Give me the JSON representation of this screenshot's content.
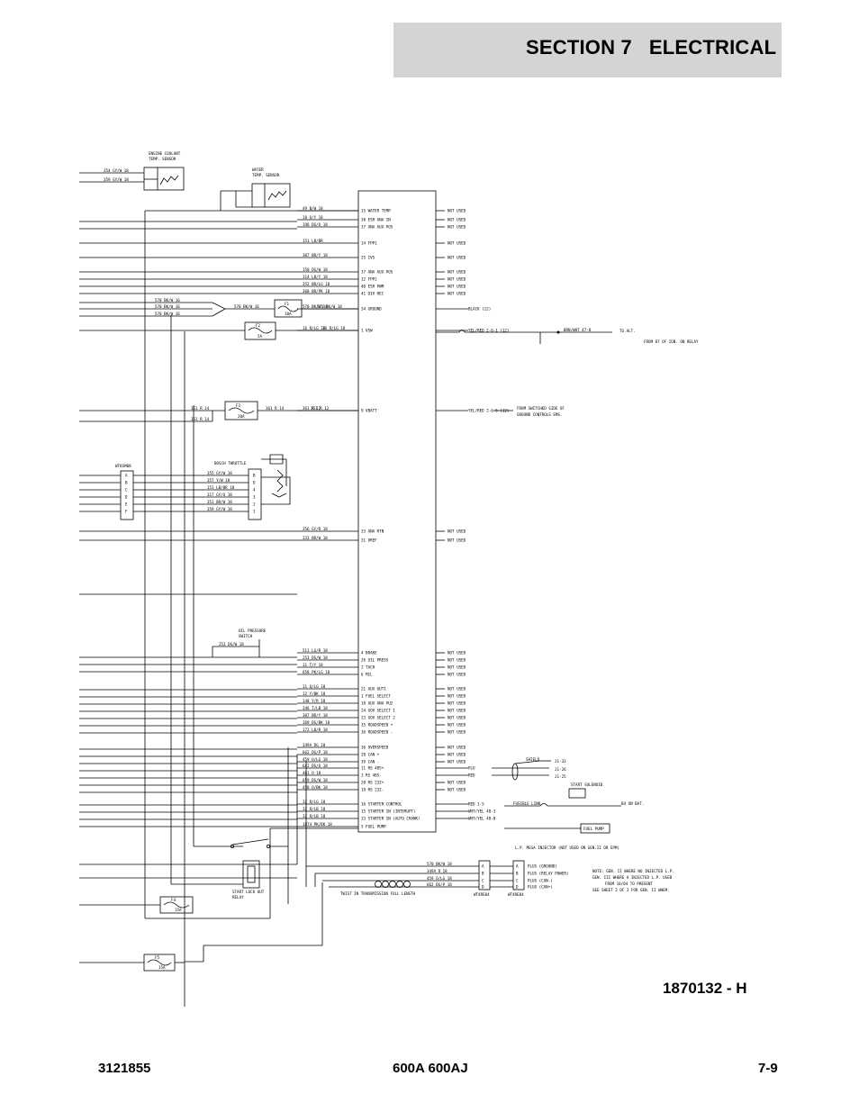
{
  "header": {
    "section": "SECTION 7",
    "title": "ELECTRICAL"
  },
  "drawing_number": "1870132 - H",
  "footer": {
    "left": "3121855",
    "center": "600A 600AJ",
    "right": "7-9"
  },
  "components": {
    "coolant_sensor": [
      "ENGINE COOLANT",
      "TEMP. SENSOR"
    ],
    "water_sensor": [
      "WATER",
      "TEMP. SENSOR"
    ],
    "bosch_throttle": "BOSCH THROTTLE",
    "connector_left": "WT8SM08",
    "oil_switch": [
      "OIL PRESSURE",
      "SWITCH"
    ],
    "start_lockout": [
      "START LOCK OUT",
      "RELAY"
    ],
    "start_solenoid": "START SOLENOID",
    "fuel_pump": "FUEL PUMP",
    "plug_a": "WT4RE04",
    "plug_b": "WT4RE04",
    "shield": "SHIELD"
  },
  "fuses": {
    "f1": [
      "F1",
      "10A"
    ],
    "f2": [
      "F2",
      "5A"
    ],
    "f3": [
      "F3",
      "20A"
    ],
    "f4": [
      "F4",
      "15A"
    ],
    "f5": [
      "F5",
      "15A"
    ]
  },
  "coolant_wires": [
    "354 GY/W 18",
    "359 GY/W 18"
  ],
  "ground_wires": [
    "570 BK/W 16",
    "570 BK/W 16",
    "570 BK/W 16"
  ],
  "throttle_wires": [
    "355 GY/W 18",
    "357 Y/W 18",
    "151 LB/BR 18",
    "317 GY/O 18",
    "351 BR/W 18",
    "359 GY/W 18"
  ],
  "throttle_pins": [
    "B",
    "D",
    "4",
    "3",
    "2",
    "1"
  ],
  "connector_pins": [
    "A",
    "B",
    "C",
    "D",
    "E",
    "F"
  ],
  "power_wires": [
    "361 R 14",
    "361 R 14",
    "361 R 12"
  ],
  "oil_wire": "253 DG/W 18",
  "misc_wires": [
    "570 BK/W 16",
    "16 R/LG 18",
    "570 BK/W 18"
  ],
  "ecm_rows": [
    {
      "wire": "49 B/W 18",
      "pin": "15 WATER TEMP",
      "out": "NOT USED"
    },
    {
      "wire": "18 O/Y 18",
      "pin": "38 ESR ANA IN",
      "out": "NOT USED"
    },
    {
      "wire": "198 DG/O 18",
      "pin": "37 ANA AUX POS",
      "out": "NOT USED"
    },
    {
      "wire": "151 LB/BR",
      "pin": "14 FPP1",
      "out": "NOT USED"
    },
    {
      "wire": "307 BR/Y 18",
      "pin": "25 IVS",
      "out": "NOT USED"
    },
    {
      "wire": "150 DG/W 18",
      "pin": "37 ANA AUX POS",
      "out": "NOT USED"
    },
    {
      "wire": "114 LB/Y 18",
      "pin": "12 FPP2",
      "out": "NOT USED"
    },
    {
      "wire": "352 BR/LG 18",
      "pin": "40 ESR PWM",
      "out": "NOT USED"
    },
    {
      "wire": "360 BR/PK 18",
      "pin": "41 DIV REC",
      "out": "NOT USED"
    },
    {
      "wire": "570 BK/W 18",
      "pin": "34 GROUND",
      "out": "BLACK (12)"
    },
    {
      "wire": "16 R/LG 18",
      "pin": "1 VSW",
      "out": "YEL/RED 2-6-1 (12)"
    },
    {
      "wire": "361 R 12",
      "pin": "9 VBATT",
      "out": "YEL/RED 2-6-5 (12)"
    },
    {
      "wire": "356 GY/R 18",
      "pin": "33 ANA RTN",
      "out": "NOT USED"
    },
    {
      "wire": "333 BR/W 18",
      "pin": "31 VREF",
      "out": "NOT USED"
    },
    {
      "wire": "511 LG/R 18",
      "pin": "4 BRAKE",
      "out": "NOT USED"
    },
    {
      "wire": "253 DG/W 18",
      "pin": "26 OIL PRESS",
      "out": "NOT USED"
    },
    {
      "wire": "11 T/Y 18",
      "pin": "2 TACH",
      "out": "NOT USED"
    },
    {
      "wire": "658 PK/LG 18",
      "pin": "6 MIL",
      "out": "NOT USED"
    },
    {
      "wire": "11 O/LG 18",
      "pin": "21 AUX OUT1",
      "out": "NOT USED"
    },
    {
      "wire": "12 Y/BK 18",
      "pin": "1 FUEL SELECT",
      "out": "NOT USED"
    },
    {
      "wire": "148 Y/R 18",
      "pin": "18 AUX ANA PU2",
      "out": "NOT USED"
    },
    {
      "wire": "346 T/LB 18",
      "pin": "24 GOV SELECT 1",
      "out": "NOT USED"
    },
    {
      "wire": "307 BR/Y 18",
      "pin": "23 GOV SELECT 2",
      "out": "NOT USED"
    },
    {
      "wire": "169 DG/BK 18",
      "pin": "35 ROADSPEED +",
      "out": "NOT USED"
    },
    {
      "wire": "172 LB/R 18",
      "pin": "36 ROADSPEED -",
      "out": "NOT USED"
    },
    {
      "wire": "349A DG 18",
      "pin": "36 OVERSPEED",
      "out": "NOT USED"
    },
    {
      "wire": "662 DG/P 18",
      "pin": "28 CAN +",
      "out": "NOT USED"
    },
    {
      "wire": "459 O/LG 18",
      "pin": "39 CAN -",
      "out": "NOT USED"
    },
    {
      "wire": "642 DG/O 18",
      "pin": "11 RS 485+",
      "out": "PLU"
    },
    {
      "wire": "461 O 18",
      "pin": "3 RS 485-",
      "out": "RED"
    },
    {
      "wire": "659 DG/W 18",
      "pin": "20 RS 232+",
      "out": "NOT USED"
    },
    {
      "wire": "458 O/BK 18",
      "pin": "19 RS 232-",
      "out": "NOT USED"
    },
    {
      "wire": "32 R/LG 18",
      "pin": "16 STARTER CONTROL",
      "out": "RED 1-5"
    },
    {
      "wire": "32 R/LB 18",
      "pin": "15 STARTER IN (INTERUPT)",
      "out": "WHT/YEL 48-3"
    },
    {
      "wire": "32 R/LB 18",
      "pin": "33 STARTER IN (AUTO CRANK)",
      "out": "WHT/YEL 48-8"
    },
    {
      "wire": "1874 PK/BK 18",
      "pin": "5 FUEL PUMP",
      "out": ""
    }
  ],
  "right_annotations": {
    "to_alt_wire": "BRN/WHT 47-8",
    "to_alt": "TO ALT.",
    "relay_note": "FROM 87 OF IGN. ON RELAY",
    "switched_note": [
      "FROM SWITCHED SIDE OF",
      "GROUND CONTROLS EMS."
    ],
    "j_pins": [
      "J1-33",
      "J1-26",
      "J1-25"
    ],
    "fusible_link": "FUSIBLE LINK",
    "to_battery": "B4 ON BAT.",
    "injector_note": "L.P. MEGA INJECTOR (NOT USED ON GEN.II OR EPM)"
  },
  "plug_wires": [
    "570 BK/W 18",
    "349A R 18",
    "459 O/LG 18",
    "662 DG/P 18"
  ],
  "plug_pins": [
    "A",
    "B",
    "C",
    "D"
  ],
  "plug_functions": [
    "PLUG (GROUND)",
    "PLUG (RELAY POWER)",
    "PLUG (CAN-)",
    "PLUG (CAN+)"
  ],
  "harness_note": "TWIST IN TRANSMISSION FULL LENGTH",
  "note": [
    "NOTE: GEN. II WHERE NO INJECTED L.P.",
    "GEN. III WHERE A INJECTED L.P. USED",
    "FROM 10/04 TO PRESENT",
    "SEE SHEET 2 OF 3 FOR GEN. II WHEM."
  ]
}
